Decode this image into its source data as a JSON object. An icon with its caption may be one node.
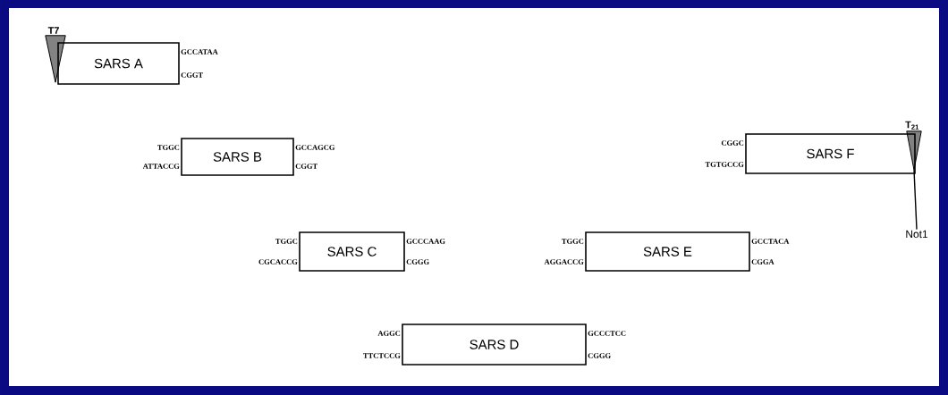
{
  "diagram": {
    "nodes": [
      {
        "text": [
          "T7"
        ]
      },
      {
        "text": [
          "SARS  A"
        ],
        "beside": [
          "GCCATAA",
          "CGGT"
        ]
      },
      {
        "text": [
          "SARS  B"
        ],
        "beside": [
          "TGGC",
          "ATTACCG",
          "GCCAGCG",
          "CGGT"
        ]
      },
      {
        "text": [
          "T$_{21}$"
        ]
      },
      {
        "text": [
          "SARS  F"
        ],
        "beside": [
          "CGGC",
          "TGTGCCG"
        ]
      },
      {
        "text": [
          "Not1"
        ]
      },
      {
        "text": [
          "SARS  C"
        ],
        "beside": [
          "TGGC",
          "CGCACCG",
          "GCCCAAG",
          "CGGG"
        ]
      },
      {
        "text": [
          "SARS  E"
        ],
        "beside": [
          "TGGC",
          "AGGACCG",
          "GCCTACA",
          "CGGA"
        ]
      },
      {
        "text": [
          "SARS  D"
        ],
        "beside": [
          "AGGC",
          "TTCTCCG",
          "GCCCTCC",
          "CGGG"
        ]
      }
    ],
    "edges": [
      {
        "from": 3,
        "to": 5,
        "arrow": "none"
      }
    ]
  }
}
